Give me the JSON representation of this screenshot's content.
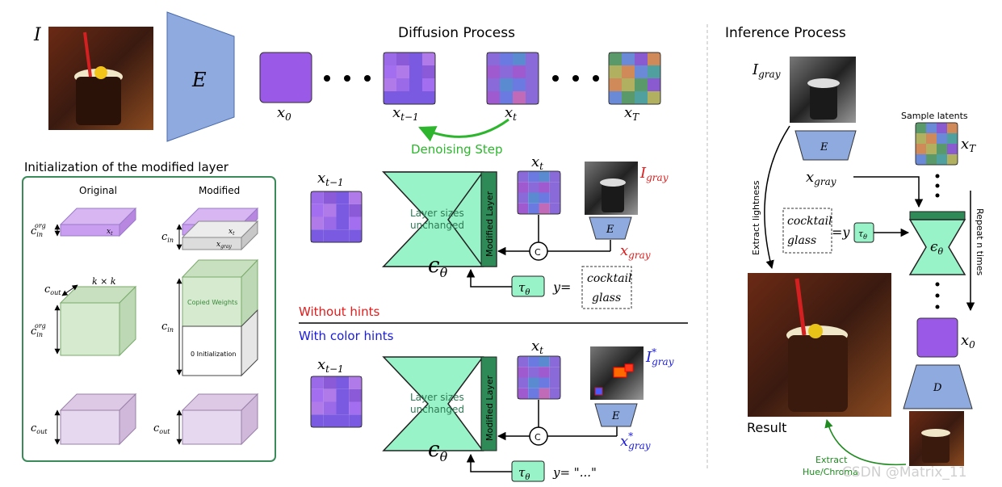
{
  "labels": {
    "image_I": "I",
    "encoder_E": "E",
    "diffusion_title": "Diffusion Process",
    "x0": "x",
    "x0_sub": "0",
    "xt1": "x",
    "xt1_sub": "t−1",
    "xt": "x",
    "xt_sub": "t",
    "xT": "x",
    "xT_sub": "T",
    "denoising_step": "Denoising Step",
    "init_title": "Initialization of the modified layer",
    "original": "Original",
    "modified": "Modified",
    "c_in_org": "c",
    "c_in_org_sub": "in",
    "c_in_org_sup": "org",
    "c_in": "c",
    "c_in_sub": "in",
    "c_out": "c",
    "c_out_sub": "out",
    "k_by_k": "k × k",
    "slab_xt": "x",
    "slab_xt_sub": "t",
    "slab_xgray": "x",
    "slab_xgray_sub": "gray",
    "copied_weights": "Copied Weights",
    "zero_init": "0 Initialization",
    "layer_sizes_1": "Layer sizes",
    "layer_sizes_2": "unchanged",
    "modified_layer": "Modified Layer",
    "eps": "ϵ",
    "eps_sub": "θ",
    "tau": "τ",
    "tau_sub": "θ",
    "concat_c": "C",
    "y_eq": "y=",
    "cocktail": "cocktail",
    "glass": "glass",
    "I_gray": "I",
    "I_gray_sub": "gray",
    "I_gray_star_sub": "gray",
    "star": "*",
    "x_gray": "x",
    "x_gray_sub": "gray",
    "without_hints": "Without hints",
    "with_color_hints": "With color hints",
    "y_dots": "y= \"...\"",
    "inference_title": "Inference Process",
    "sample_latents": "Sample latents",
    "extract_lightness": "Extract  lightness",
    "repeat_n": "Repeat n times",
    "decoder_D": "D",
    "result": "Result",
    "extract_hue_1": "Extract",
    "extract_hue_2": "Hue/Chroma",
    "watermark": "CSDN @Matrix_11"
  },
  "colors": {
    "encoder": "#8eaadf",
    "unet": "#99f3c8",
    "unet_dark": "#2e8b57",
    "latent_purple": "#9b59e8",
    "red": "#e01b1b",
    "blue": "#1a1ae0",
    "green_text": "#2db62d",
    "box_green": "#3a8a5a"
  }
}
